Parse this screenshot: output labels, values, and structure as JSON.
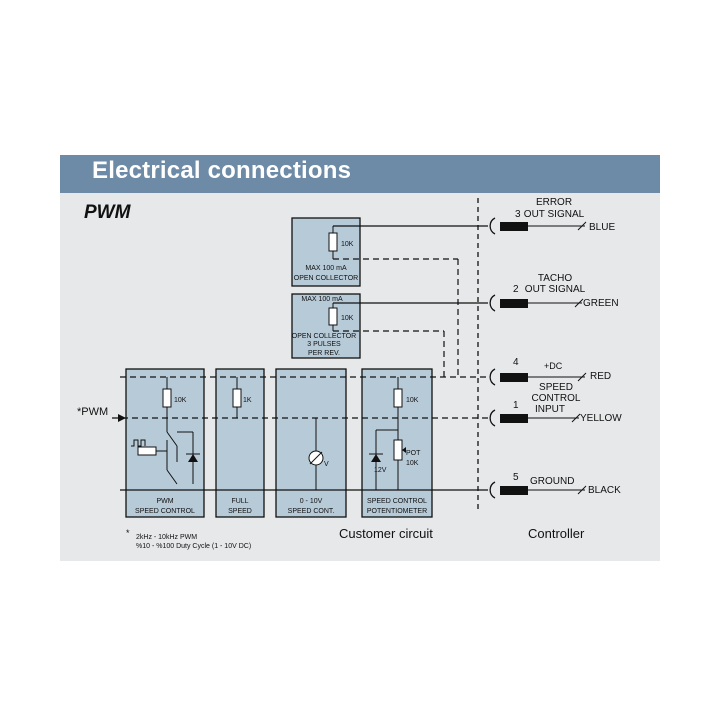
{
  "header": {
    "title": "Electrical connections"
  },
  "section_title": "PWM",
  "boxes": {
    "error_box": {
      "resistor": "10K",
      "line1": "MAX 100 mA",
      "line2": "OPEN COLLECTOR"
    },
    "tacho_box": {
      "top": "MAX 100 mA",
      "resistor": "10K",
      "line1": "OPEN COLLECTOR",
      "line2": "3 PULSES",
      "line3": "PER REV."
    },
    "pwm_box": {
      "resistor": "10K",
      "line1": "PWM",
      "line2": "SPEED CONTROL"
    },
    "full_box": {
      "resistor": "1K",
      "line1": "FULL",
      "line2": "SPEED"
    },
    "v010_box": {
      "meter": "V",
      "line1": "0 - 10V",
      "line2": "SPEED CONT."
    },
    "pot_box": {
      "resistor": "10K",
      "zener": "12V",
      "pot1": "POT",
      "pot2": "10K",
      "line1": "SPEED CONTROL",
      "line2": "POTENTIOMETER"
    }
  },
  "pwm_input_label": "*PWM",
  "connectors": [
    {
      "pin": "3",
      "label1": "ERROR",
      "label2": "OUT SIGNAL",
      "color": "BLUE"
    },
    {
      "pin": "2",
      "label1": "TACHO",
      "label2": "OUT SIGNAL",
      "color": "GREEN"
    },
    {
      "pin": "4",
      "label1": "+DC",
      "color": "RED"
    },
    {
      "pin": "1",
      "label1": "SPEED",
      "label2": "CONTROL",
      "label3": "INPUT",
      "color": "YELLOW"
    },
    {
      "pin": "5",
      "label1": "GROUND",
      "color": "BLACK"
    }
  ],
  "footnote": {
    "star": "*",
    "line1": "2kHz - 10kHz PWM",
    "line2": "%10 - %100 Duty Cycle (1 - 10V DC)"
  },
  "captions": {
    "customer": "Customer circuit",
    "controller": "Controller"
  },
  "colors": {
    "header_bg": "#6d8aa6",
    "panel_bg": "#e6e8ea",
    "box_fill": "#b7cad8"
  }
}
